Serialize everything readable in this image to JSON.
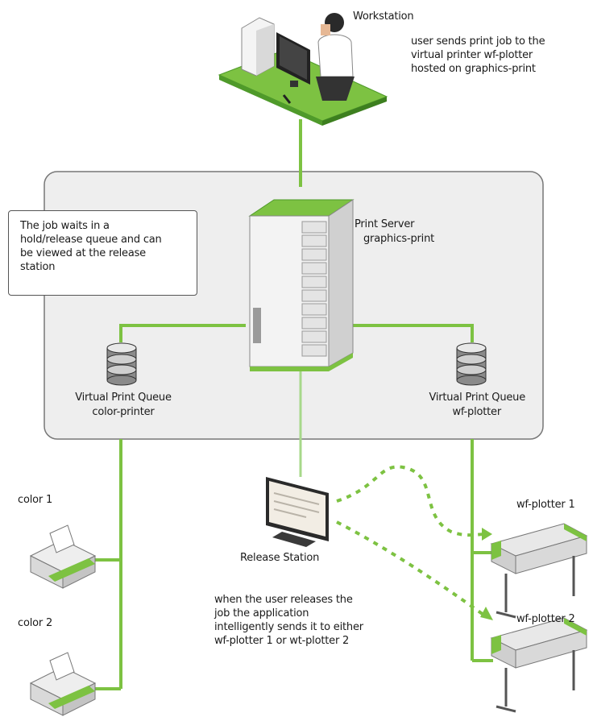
{
  "workstation": {
    "title": "Workstation",
    "note": [
      "user sends print job to the",
      "virtual printer wf-plotter",
      "hosted on graphics-print"
    ]
  },
  "callout": [
    "The job waits in a",
    "hold/release queue and can",
    "be viewed at the release",
    "station"
  ],
  "print_server": {
    "title": "Print Server",
    "name": "graphics-print"
  },
  "queue_left": {
    "title": "Virtual Print Queue",
    "name": "color-printer"
  },
  "queue_right": {
    "title": "Virtual Print Queue",
    "name": "wf-plotter"
  },
  "printers_left": [
    "color 1",
    "color 2"
  ],
  "release_station": {
    "title": "Release Station",
    "note": [
      "when the user releases the",
      "job the application",
      "intelligently sends it to either",
      "wf-plotter 1 or wt-plotter 2"
    ]
  },
  "plotters": [
    "wf-plotter 1",
    "wf-plotter 2"
  ],
  "colors": {
    "green": "#7dc242",
    "dark_green": "#4f9a2a",
    "panel": "#eeeeee",
    "panel_border": "#777777"
  }
}
